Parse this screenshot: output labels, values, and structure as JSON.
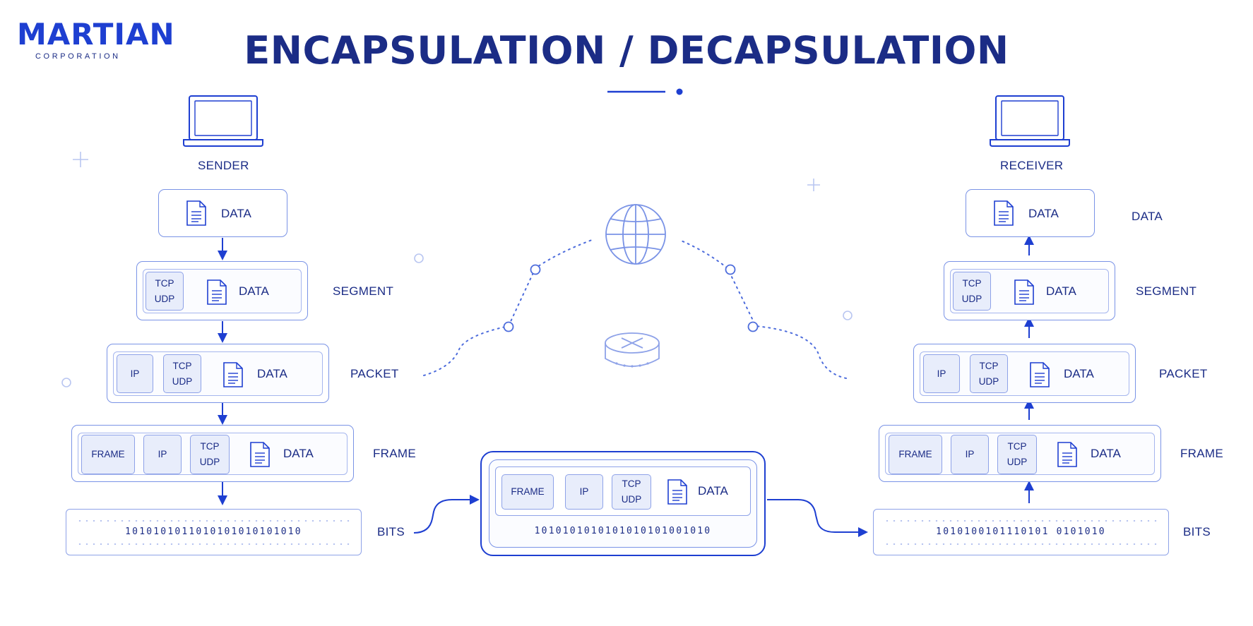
{
  "logo": {
    "name": "MARTIAN",
    "sub": "CORPORATION"
  },
  "title": "ENCAPSULATION / DECAPSULATION",
  "sender": {
    "label": "SENDER",
    "data_label": "DATA",
    "segment": {
      "h1_line1": "TCP",
      "h1_line2": "UDP",
      "data": "DATA",
      "side": "SEGMENT"
    },
    "packet": {
      "ip": "IP",
      "h1_line1": "TCP",
      "h1_line2": "UDP",
      "data": "DATA",
      "side": "PACKET"
    },
    "frame": {
      "frame": "FRAME",
      "ip": "IP",
      "h1_line1": "TCP",
      "h1_line2": "UDP",
      "data": "DATA",
      "side": "FRAME"
    },
    "bits": {
      "value": "1010101011010101010101010",
      "side": "BITS"
    }
  },
  "medium": {
    "frame": "FRAME",
    "ip": "IP",
    "h1_line1": "TCP",
    "h1_line2": "UDP",
    "data": "DATA",
    "bits": "1010101010101010101001010"
  },
  "receiver": {
    "label": "RECEIVER",
    "data_label": "DATA",
    "data_side": "DATA",
    "segment": {
      "h1_line1": "TCP",
      "h1_line2": "UDP",
      "data": "DATA",
      "side": "SEGMENT"
    },
    "packet": {
      "ip": "IP",
      "h1_line1": "TCP",
      "h1_line2": "UDP",
      "data": "DATA",
      "side": "PACKET"
    },
    "frame": {
      "frame": "FRAME",
      "ip": "IP",
      "h1_line1": "TCP",
      "h1_line2": "UDP",
      "data": "DATA",
      "side": "FRAME"
    },
    "bits": {
      "value": "1010100101110101 0101010",
      "side": "BITS"
    }
  },
  "colors": {
    "primary": "#1e3fd1",
    "navy": "#1b2c86",
    "border": "#7a93e6",
    "header_fill": "#e8edfb"
  }
}
